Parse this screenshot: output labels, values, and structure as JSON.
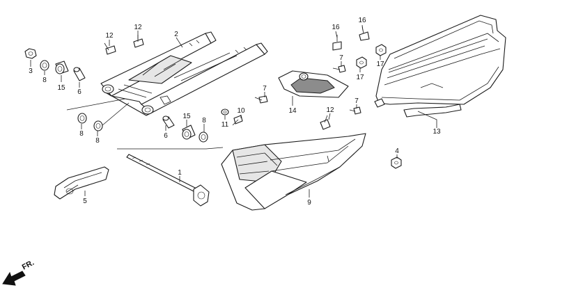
{
  "callouts": {
    "c1": "1",
    "c2": "2",
    "c3": "3",
    "c4": "4",
    "c5": "5",
    "c6a": "6",
    "c6b": "6",
    "c7a": "7",
    "c7b": "7",
    "c7c": "7",
    "c8a": "8",
    "c8b": "8",
    "c8c": "8",
    "c8d": "8",
    "c9": "9",
    "c10": "10",
    "c11": "11",
    "c12a": "12",
    "c12b": "12",
    "c12c": "12",
    "c13": "13",
    "c14": "14",
    "c15a": "15",
    "c15b": "15",
    "c16a": "16",
    "c16b": "16",
    "c17a": "17",
    "c17b": "17"
  },
  "direction": {
    "label": "FR."
  },
  "colors": {
    "line": "#1a1a1a",
    "fill": "#ffffff",
    "shade": "#e6e6e6",
    "dark": "#8c8c8c"
  }
}
